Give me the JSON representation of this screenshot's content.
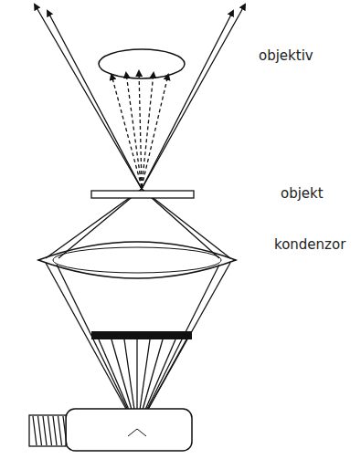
{
  "diagram": {
    "labels": [
      "objektiv",
      "objekt",
      "kondenzor"
    ]
  }
}
